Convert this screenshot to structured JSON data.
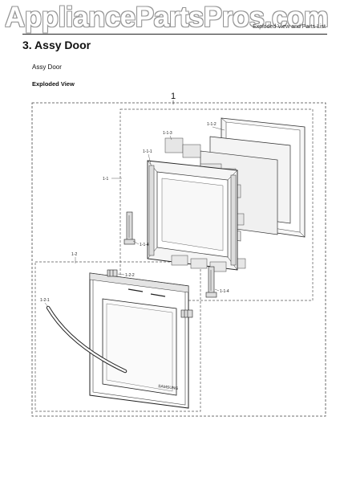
{
  "watermark": "AppliancePartsPros.com",
  "header": {
    "right_text": "Exploded View and Parts List"
  },
  "page_title": "3.  Assy Door",
  "subtitle": "Assy Door",
  "section_label": "Exploded View",
  "callouts": {
    "main": "1",
    "c11": "1-1",
    "c111": "1-1-1",
    "c112": "1-1-2",
    "c113": "1-1-3",
    "c114a": "1-1-4",
    "c114b": "1-1-4",
    "c12": "1-2",
    "c121": "1-2-1",
    "c122": "1-2-2"
  },
  "brand_mark": "SAMSUNG"
}
